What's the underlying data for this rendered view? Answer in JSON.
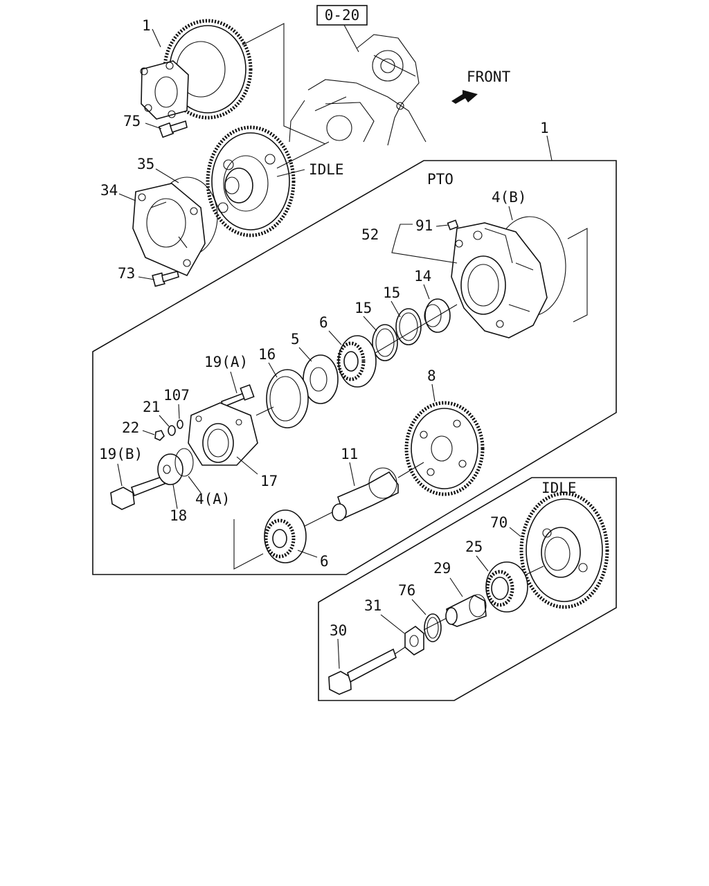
{
  "ref_box": "0-20",
  "front_label": "FRONT",
  "section_labels": {
    "idle_top": "IDLE",
    "pto": "PTO",
    "idle_box": "IDLE"
  },
  "callouts": {
    "c1_top": "1",
    "c75": "75",
    "c35": "35",
    "c34": "34",
    "c73": "73",
    "c1_box": "1",
    "c4b": "4(B)",
    "c91": "91",
    "c52": "52",
    "c14": "14",
    "c15a": "15",
    "c15b": "15",
    "c6a": "6",
    "c5": "5",
    "c16": "16",
    "c19a": "19(A)",
    "c107": "107",
    "c21": "21",
    "c22": "22",
    "c19b": "19(B)",
    "c18": "18",
    "c4a": "4(A)",
    "c17": "17",
    "c8": "8",
    "c11": "11",
    "c6b": "6",
    "c70": "70",
    "c25": "25",
    "c29": "29",
    "c76": "76",
    "c31": "31",
    "c30": "30"
  }
}
